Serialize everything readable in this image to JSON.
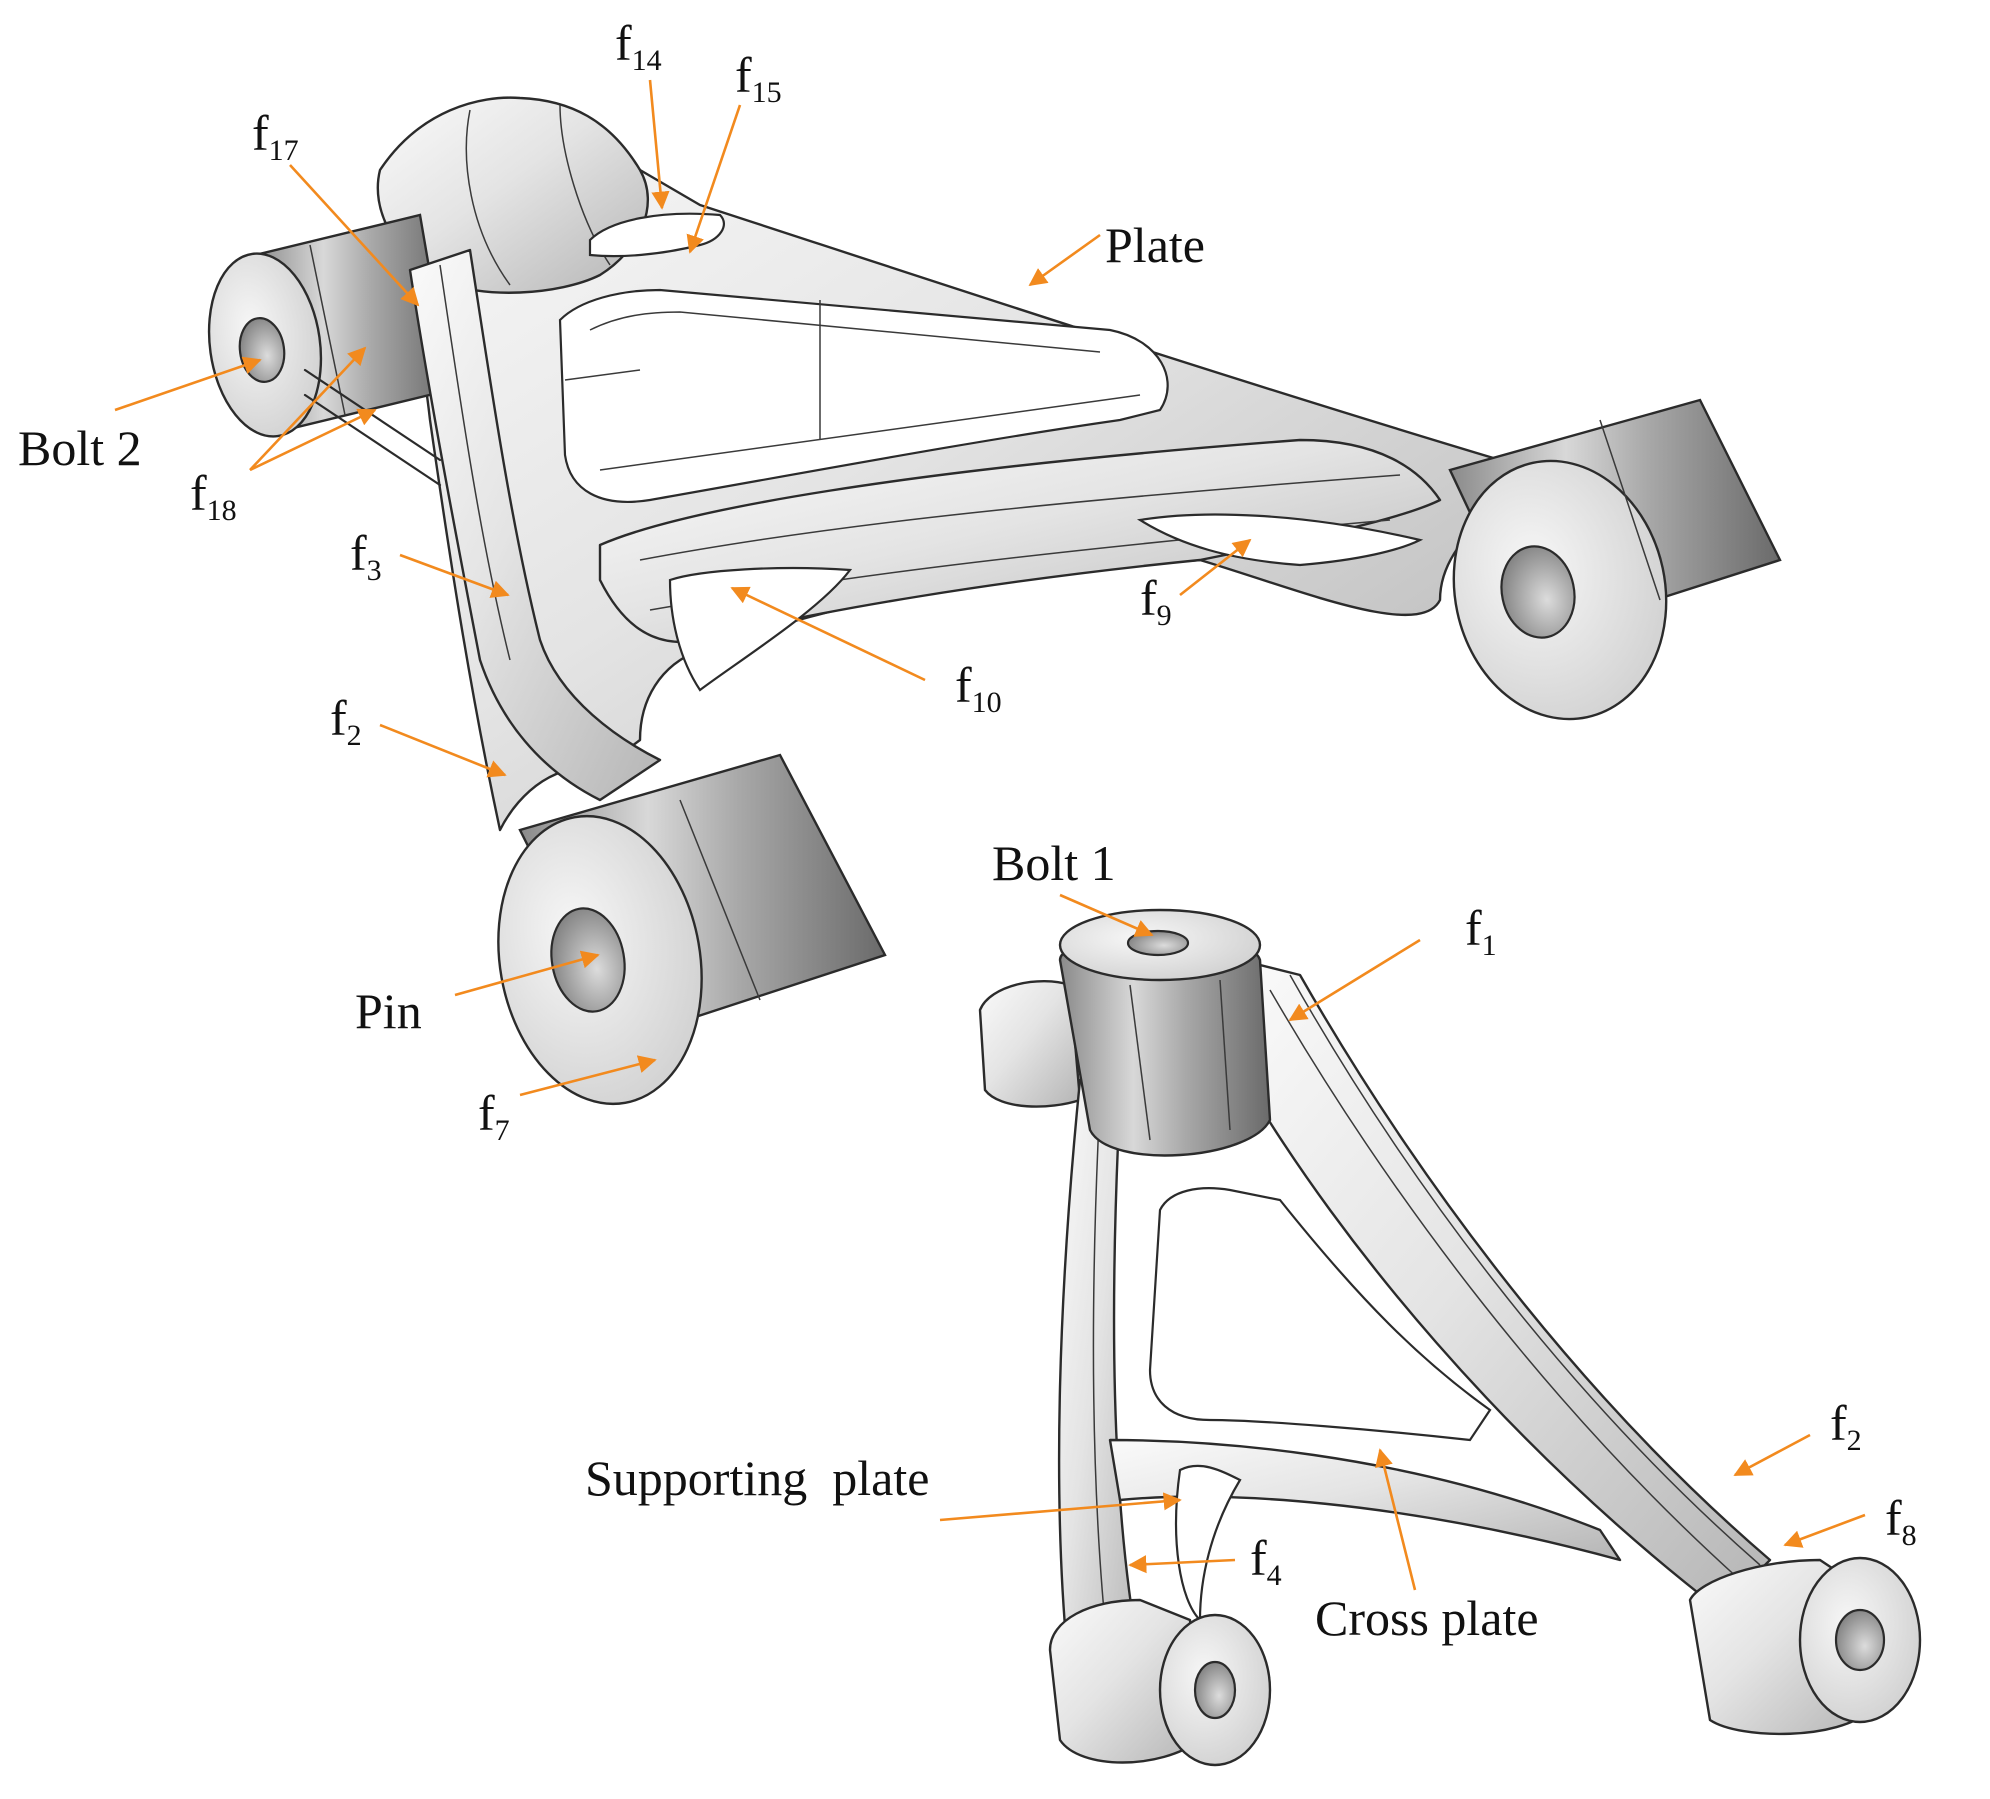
{
  "figure": {
    "background": "#ffffff",
    "arrow_color": "#f28a1e",
    "metal_light": "#f2f2f2",
    "metal_dark": "#8c8c8c"
  },
  "labels": {
    "f14": {
      "base": "f",
      "sub": "14"
    },
    "f15": {
      "base": "f",
      "sub": "15"
    },
    "f17": {
      "base": "f",
      "sub": "17"
    },
    "plate": {
      "text": "Plate"
    },
    "bolt2": {
      "text": "Bolt 2"
    },
    "f18": {
      "base": "f",
      "sub": "18"
    },
    "f3": {
      "base": "f",
      "sub": "3"
    },
    "f9": {
      "base": "f",
      "sub": "9"
    },
    "f10": {
      "base": "f",
      "sub": "10"
    },
    "f2_top": {
      "base": "f",
      "sub": "2"
    },
    "bolt1": {
      "text": "Bolt 1"
    },
    "f1": {
      "base": "f",
      "sub": "1"
    },
    "pin": {
      "text": "Pin"
    },
    "f7": {
      "base": "f",
      "sub": "7"
    },
    "f2_bottom": {
      "base": "f",
      "sub": "2"
    },
    "supporting_plate": {
      "text": "Supporting  plate"
    },
    "f8": {
      "base": "f",
      "sub": "8"
    },
    "f4": {
      "base": "f",
      "sub": "4"
    },
    "cross_plate": {
      "text": "Cross plate"
    }
  }
}
